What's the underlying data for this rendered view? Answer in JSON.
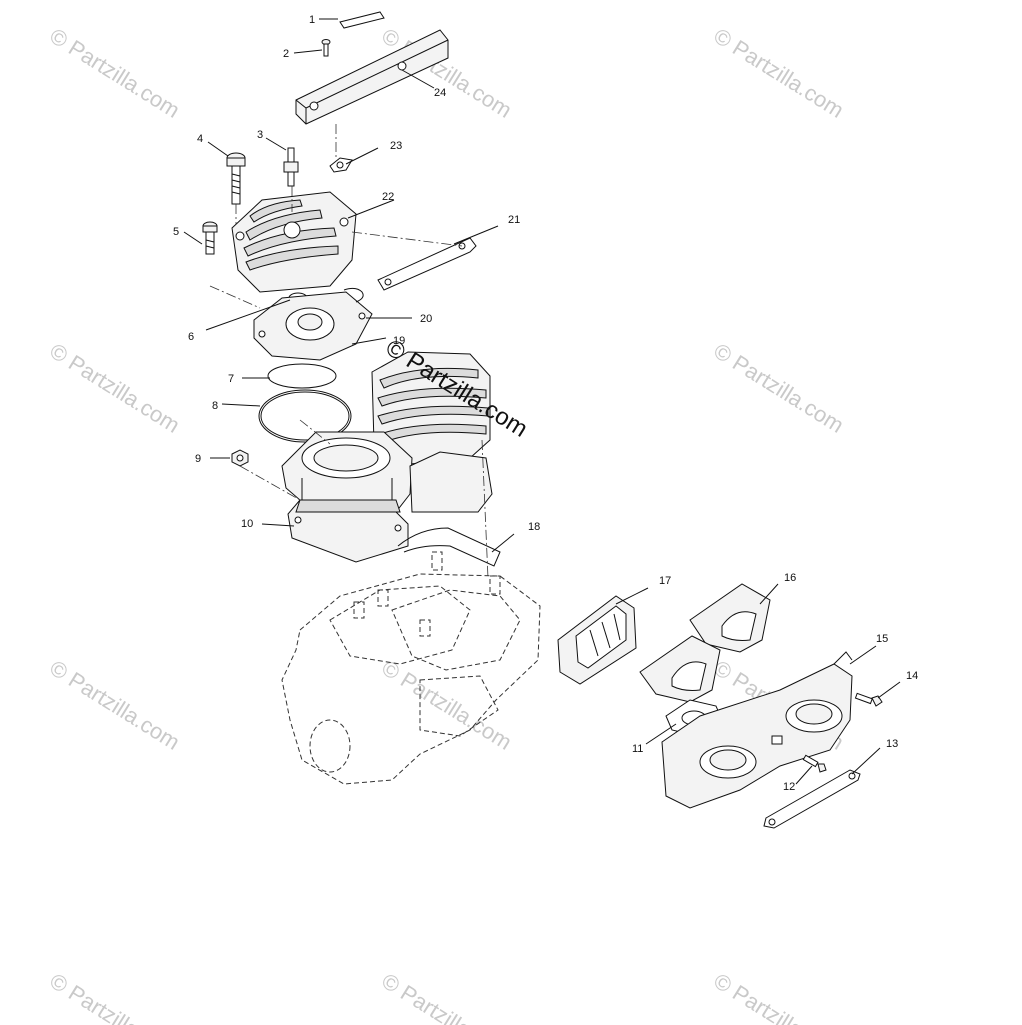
{
  "diagram": {
    "callouts": [
      {
        "id": "1",
        "label": "1"
      },
      {
        "id": "2",
        "label": "2"
      },
      {
        "id": "3",
        "label": "3"
      },
      {
        "id": "4",
        "label": "4"
      },
      {
        "id": "5",
        "label": "5"
      },
      {
        "id": "6",
        "label": "6"
      },
      {
        "id": "7",
        "label": "7"
      },
      {
        "id": "8",
        "label": "8"
      },
      {
        "id": "9",
        "label": "9"
      },
      {
        "id": "10",
        "label": "10"
      },
      {
        "id": "11",
        "label": "11"
      },
      {
        "id": "12",
        "label": "12"
      },
      {
        "id": "13",
        "label": "13"
      },
      {
        "id": "14",
        "label": "14"
      },
      {
        "id": "15",
        "label": "15"
      },
      {
        "id": "16",
        "label": "16"
      },
      {
        "id": "17",
        "label": "17"
      },
      {
        "id": "18",
        "label": "18"
      },
      {
        "id": "19",
        "label": "19"
      },
      {
        "id": "20",
        "label": "20"
      },
      {
        "id": "21",
        "label": "21"
      },
      {
        "id": "22",
        "label": "22"
      },
      {
        "id": "23",
        "label": "23"
      },
      {
        "id": "24",
        "label": "24"
      }
    ]
  },
  "watermark": {
    "text": "© Partzilla.com",
    "color": "#c9c9c9",
    "center_color": "#111111"
  }
}
